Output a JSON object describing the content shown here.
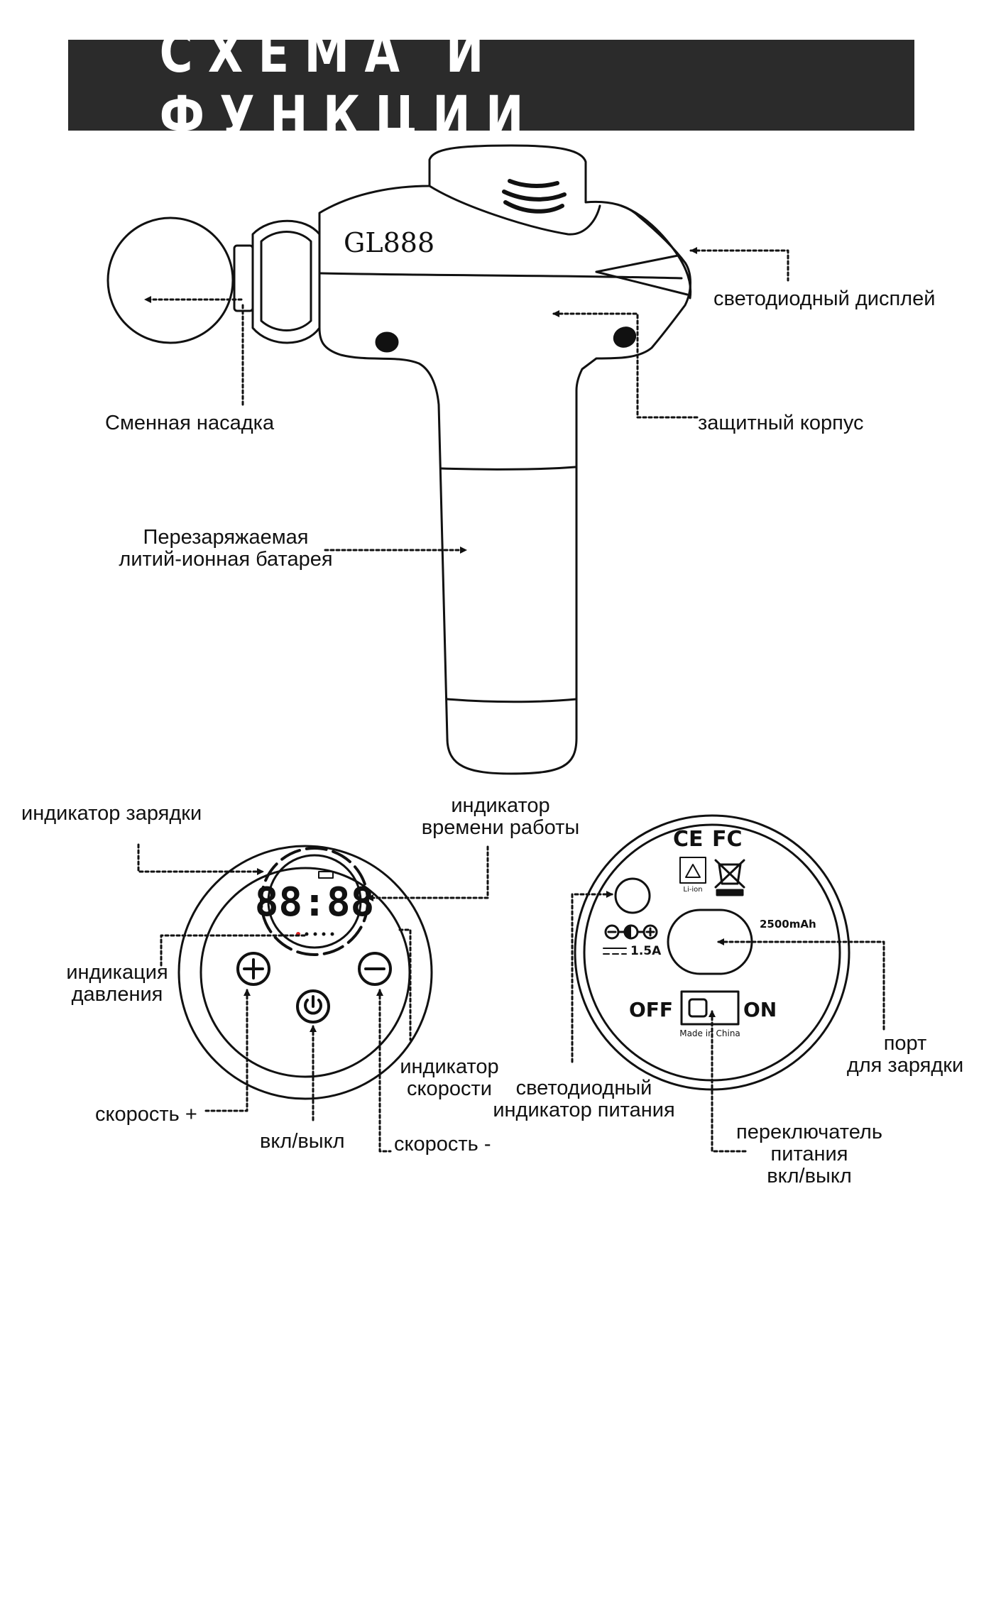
{
  "title": "СХЕМА И ФУНКЦИИ",
  "model": "GL888",
  "labels": {
    "led_display": "светодиодный дисплей",
    "attachment": "Сменная насадка",
    "housing": "защитный корпус",
    "battery_line1": "Перезаряжаемая",
    "battery_line2": "литий-ионная батарея",
    "charge_indicator": "индикатор зарядки",
    "time_indicator_line1": "индикатор",
    "time_indicator_line2": "времени работы",
    "pressure_line1": "индикация",
    "pressure_line2": "давления",
    "speed_indicator_line1": "индикатор",
    "speed_indicator_line2": "скорости",
    "speed_plus": "скорость +",
    "power_button": "вкл/выкл",
    "speed_minus": "скорость -",
    "led_power_line1": "светодиодный",
    "led_power_line2": "индикатор питания",
    "charging_port_line1": "порт",
    "charging_port_line2": "для зарядки",
    "switch_line1": "переключатель",
    "switch_line2": "питания",
    "switch_line3": "вкл/выкл"
  },
  "front_panel": {
    "display_digits": "88:88",
    "plus_symbol": "+",
    "minus_symbol": "−"
  },
  "back_panel": {
    "cert_ce": "CE",
    "cert_fc": "FC",
    "battery_type": "Li-ion",
    "capacity": "2500mAh",
    "current": "1.5A",
    "off_label": "OFF",
    "on_label": "ON",
    "made_in": "Made in China"
  },
  "icons": [
    "vibration-waves-icon",
    "power-icon",
    "plus-icon",
    "minus-icon",
    "recycle-icon",
    "crossed-bin-icon",
    "polarity-icon"
  ],
  "colors": {
    "banner": "#2b2b2b",
    "ink": "#111111",
    "background": "#ffffff"
  }
}
